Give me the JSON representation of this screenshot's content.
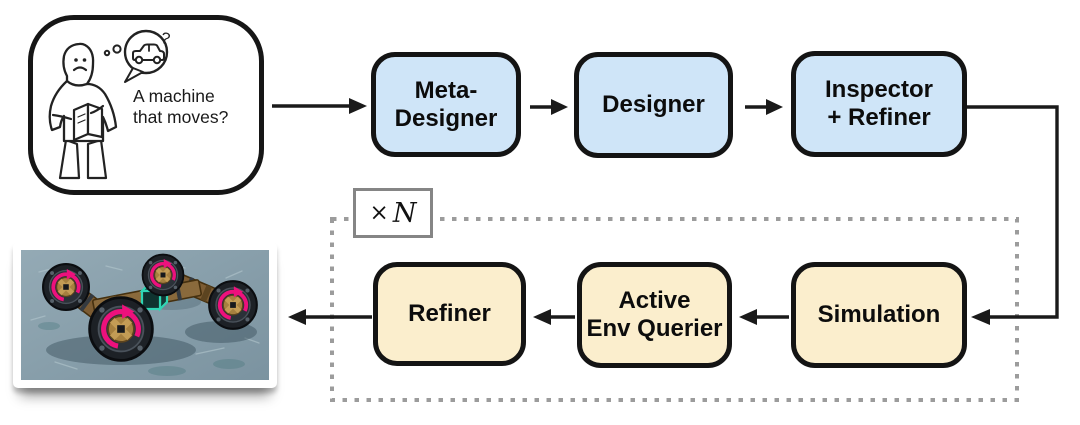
{
  "colors": {
    "box-blue": "#cfe5f8",
    "box-cream": "#fbeecd",
    "node-border": "#141414",
    "arrow": "#1a1a1a",
    "loop-dash": "#9c9c9c",
    "loop-label-border": "#858585",
    "machine-pink": "#ed117c",
    "machine-teal": "#2fd6b4"
  },
  "prompt": {
    "lines": [
      "A machine",
      "that moves?"
    ],
    "icon": "person-thinking-with-car-thought-bubble"
  },
  "pipeline": {
    "top_row": [
      {
        "id": "meta-designer",
        "lines": [
          "Meta-",
          "Designer"
        ]
      },
      {
        "id": "designer",
        "lines": [
          "Designer"
        ]
      },
      {
        "id": "inspector-refiner",
        "lines": [
          "Inspector",
          "+ Refiner"
        ]
      }
    ],
    "bottom_row": [
      {
        "id": "refiner",
        "lines": [
          "Refiner"
        ]
      },
      {
        "id": "active-env-querier",
        "lines": [
          "Active",
          "Env Querier"
        ]
      },
      {
        "id": "simulation",
        "lines": [
          "Simulation"
        ]
      }
    ],
    "loop_label": {
      "times": "×",
      "variable": "N"
    }
  },
  "result_photo": {
    "alt": "four-wheeled machine in physics simulation"
  }
}
